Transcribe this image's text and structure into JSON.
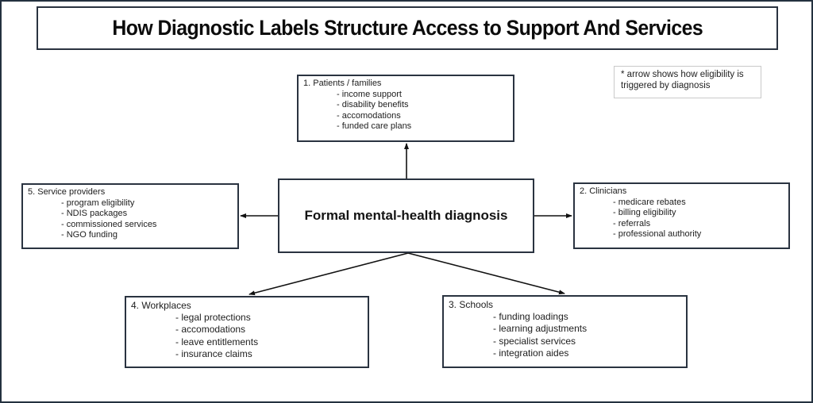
{
  "title": "How Diagnostic Labels Structure Access to Support And Services",
  "center": "Formal mental-health diagnosis",
  "note": "* arrow shows how eligibility is triggered by diagnosis",
  "nodes": {
    "patients": {
      "heading": "1. Patients / families",
      "items": [
        "income support",
        "disability benefits",
        "accomodations",
        "funded care plans"
      ]
    },
    "clinicians": {
      "heading": "2. Clinicians",
      "items": [
        "medicare rebates",
        "billing eligibility",
        "referrals",
        "professional authority"
      ]
    },
    "schools": {
      "heading": "3. Schools",
      "items": [
        "funding loadings",
        "learning adjustments",
        "specialist services",
        "integration aides"
      ]
    },
    "workplaces": {
      "heading": "4. Workplaces",
      "items": [
        "legal protections",
        "accomodations",
        "leave entitlements",
        "insurance claims"
      ]
    },
    "providers": {
      "heading": "5. Service providers",
      "items": [
        "program eligibility",
        "NDIS packages",
        "commissioned services",
        "NGO funding"
      ]
    }
  },
  "edges": [
    {
      "from": "center",
      "to": "patients"
    },
    {
      "from": "center",
      "to": "clinicians"
    },
    {
      "from": "center",
      "to": "schools"
    },
    {
      "from": "center",
      "to": "workplaces"
    },
    {
      "from": "center",
      "to": "providers"
    }
  ],
  "colors": {
    "border": "#2a3340",
    "frame": "#24313f",
    "note_border": "#c9c9c9"
  }
}
